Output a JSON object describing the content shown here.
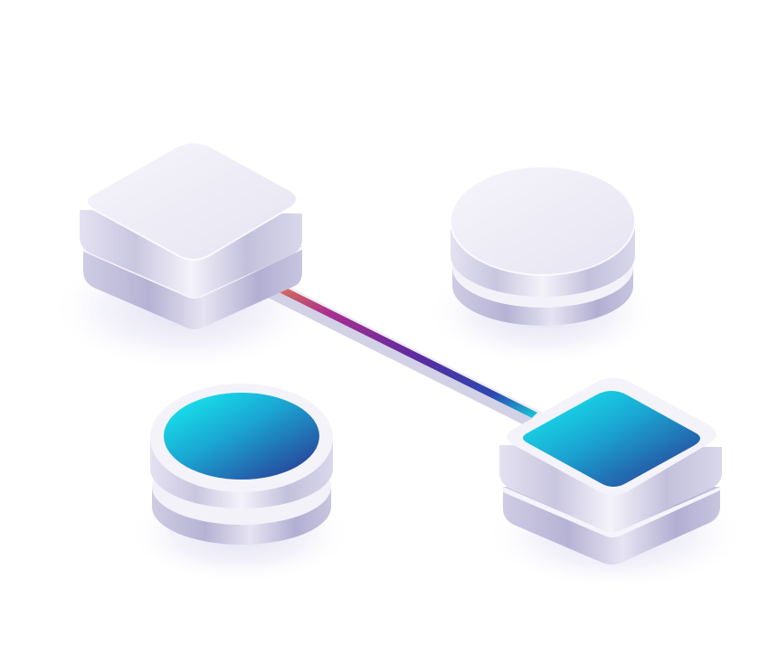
{
  "scene": {
    "description_kind": "isometric illustration",
    "colors": {
      "background": "#ffffff",
      "block_light": "#f1f0f8",
      "block_mid": "#dcdaec",
      "block_shade": "#b9b6d6",
      "cyan": "#12e6ee",
      "navy": "#2c3596",
      "link_orange": "#f0a030",
      "link_purple": "#8a2aa0",
      "link_blue": "#2a3fa8",
      "link_teal": "#1ac8d8"
    },
    "nodes": [
      {
        "name": "square-node-top-left",
        "shape": "rounded-square",
        "top_face": "plain"
      },
      {
        "name": "round-node-top-right",
        "shape": "cylinder",
        "top_face": "plain"
      },
      {
        "name": "round-node-bottom-left",
        "shape": "cylinder",
        "top_face": "gradient"
      },
      {
        "name": "square-node-bottom-right",
        "shape": "rounded-square",
        "top_face": "gradient"
      }
    ],
    "links": [
      {
        "from": "square-node-top-left",
        "to": "square-node-bottom-right",
        "style": "gradient-cable"
      }
    ]
  }
}
